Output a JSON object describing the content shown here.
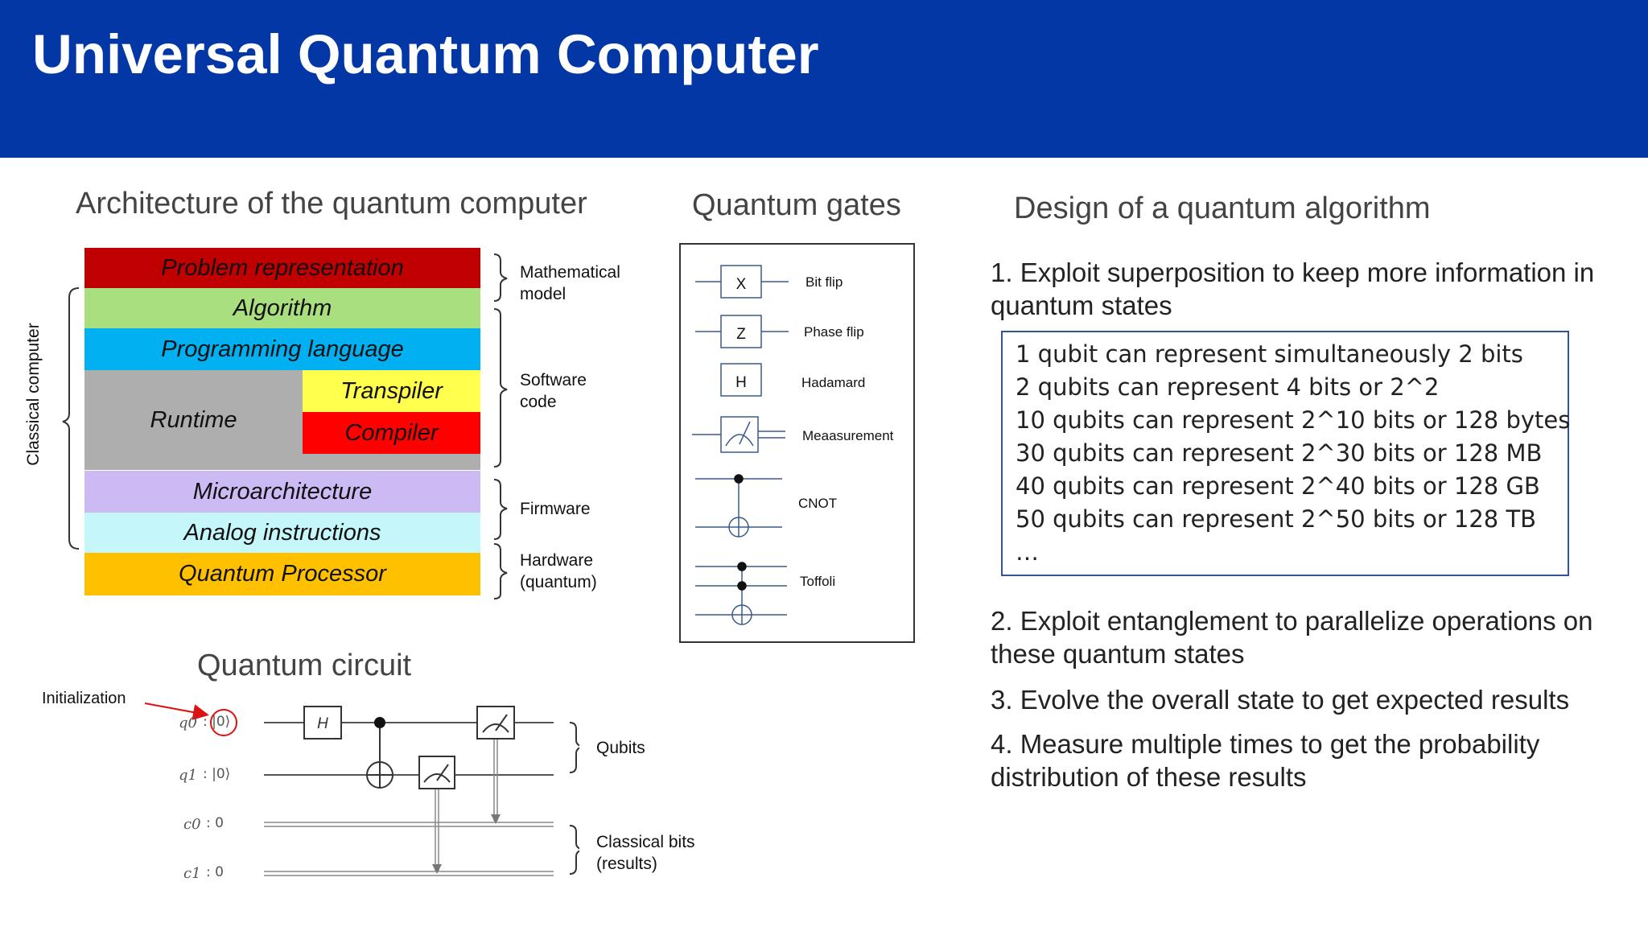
{
  "title": "Universal Quantum Computer",
  "architecture": {
    "title": "Architecture of the quantum computer",
    "layers": {
      "problem": "Problem representation",
      "algorithm": "Algorithm",
      "programming": "Programming language",
      "runtime": "Runtime",
      "transpiler": "Transpiler",
      "compiler": "Compiler",
      "microarchitecture": "Microarchitecture",
      "analog": "Analog instructions",
      "processor": "Quantum Processor"
    },
    "side_labels": {
      "classical": "Classical computer",
      "math_model": "Mathematical model",
      "software": "Software code",
      "firmware": "Firmware",
      "hardware": "Hardware (quantum)"
    },
    "colors": {
      "problem": "#c00000",
      "algorithm": "#a9df7f",
      "programming": "#00b0f0",
      "runtime": "#aeaeae",
      "transpiler": "#ffff4d",
      "compiler": "#ff0000",
      "microarchitecture": "#ccbaf5",
      "analog": "#c5f7fa",
      "processor": "#ffc000"
    }
  },
  "gates": {
    "title": "Quantum gates",
    "items": {
      "x": {
        "symbol": "X",
        "label": "Bit flip"
      },
      "z": {
        "symbol": "Z",
        "label": "Phase flip"
      },
      "h": {
        "symbol": "H",
        "label": "Hadamard"
      },
      "measure": {
        "label": "Meaasurement"
      },
      "cnot": {
        "label": "CNOT"
      },
      "toffoli": {
        "label": "Toffoli"
      }
    }
  },
  "circuit": {
    "title": "Quantum circuit",
    "init_label": "Initialization",
    "wires": {
      "q0": {
        "name": "q0",
        "state": ": |0⟩"
      },
      "q1": {
        "name": "q1",
        "state": ": |0⟩"
      },
      "c0": {
        "name": "c0",
        "state": ": 0"
      },
      "c1": {
        "name": "c1",
        "state": ": 0"
      }
    },
    "h_gate": "H",
    "qubits_label": "Qubits",
    "classical_label": "Classical bits (results)"
  },
  "algorithm_design": {
    "title": "Design of a quantum algorithm",
    "step1": "1. Exploit superposition to keep more information in quantum states",
    "box_lines": {
      "l1": "1 qubit can represent simultaneously 2 bits",
      "l2": "2 qubits can represent 4 bits or 2^2",
      "l3": "10 qubits can represent 2^10 bits or 128 bytes",
      "l4": "30 qubits can represent 2^30 bits or 128 MB",
      "l5": "40 qubits can represent 2^40 bits or 128 GB",
      "l6": "50 qubits can represent 2^50 bits or 128 TB",
      "l7": "…"
    },
    "step2": "2. Exploit entanglement to parallelize operations on these quantum states",
    "step3": "3. Evolve the overall state to get expected results",
    "step4": "4. Measure multiple times to get the probability distribution of these results"
  }
}
